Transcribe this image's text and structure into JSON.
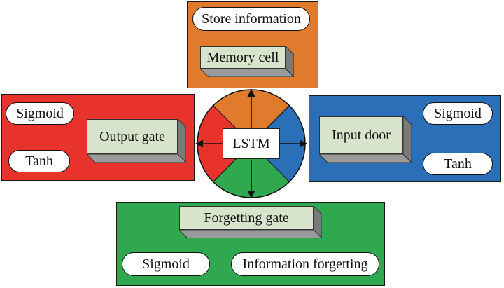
{
  "colors": {
    "top": "#e07a2c",
    "left": "#e8332c",
    "right": "#2a6fb8",
    "bottom": "#2fa84f",
    "box_face": "#d8e3cc"
  },
  "center": {
    "label": "LSTM"
  },
  "top_panel": {
    "pill": "Store information",
    "box": "Memory cell"
  },
  "left_panel": {
    "pill_top": "Sigmoid",
    "pill_bottom": "Tanh",
    "box": "Output gate"
  },
  "right_panel": {
    "pill_top": "Sigmoid",
    "pill_bottom": "Tanh",
    "box": "Input door"
  },
  "bottom_panel": {
    "box": "Forgetting gate",
    "pill_left": "Sigmoid",
    "pill_right": "Information forgetting"
  }
}
